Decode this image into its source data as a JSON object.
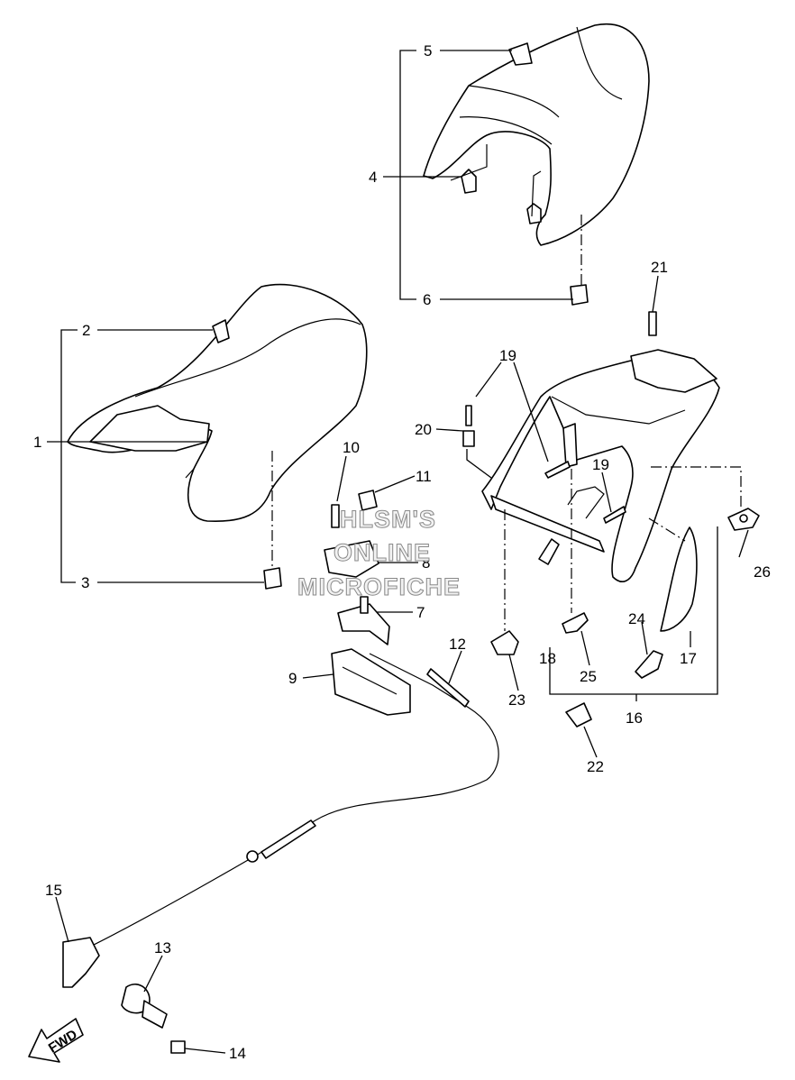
{
  "callouts": [
    "1",
    "2",
    "3",
    "4",
    "5",
    "6",
    "7",
    "8",
    "9",
    "10",
    "11",
    "12",
    "13",
    "14",
    "15",
    "16",
    "17",
    "18",
    "19",
    "19",
    "20",
    "21",
    "22",
    "23",
    "24",
    "25",
    "26"
  ],
  "watermark": [
    "HLSM'S",
    "ONLINE",
    "MICROFICHE"
  ],
  "fwd_label": "FWD"
}
